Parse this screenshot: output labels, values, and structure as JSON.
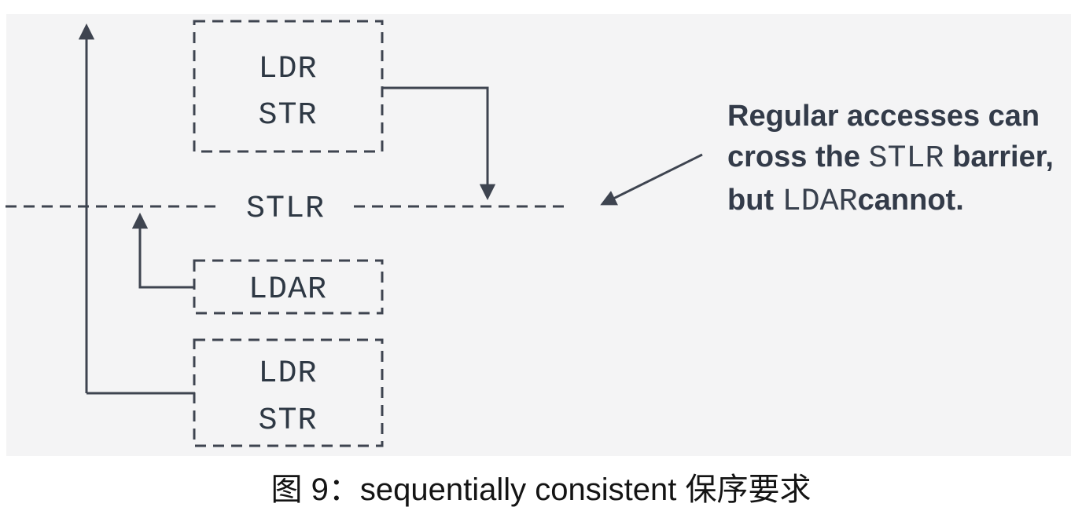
{
  "colors": {
    "page_bg": "#ffffff",
    "panel_bg": "#f4f4f5",
    "line_stroke": "#3e4450",
    "mono_text": "#2e3844",
    "annotation_text": "#333b49",
    "caption_text": "#141414"
  },
  "boxes": {
    "top": {
      "line1": "LDR",
      "line2": "STR"
    },
    "middle": {
      "line1": "LDAR"
    },
    "bottom": {
      "line1": "LDR",
      "line2": "STR"
    }
  },
  "barrier": {
    "label": "STLR"
  },
  "annotation": {
    "line1": "Regular accesses can",
    "line2_pre": "cross the ",
    "line2_mono": "STLR",
    "line2_post": " barrier,",
    "line3_pre": "but ",
    "line3_mono": "LDAR",
    "line3_post": "cannot."
  },
  "caption": "图 9：sequentially consistent 保序要求"
}
